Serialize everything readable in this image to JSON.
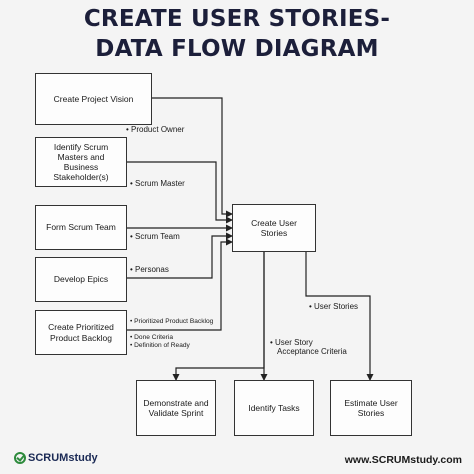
{
  "title": {
    "line1": "CREATE USER STORIES-",
    "line2": "DATA FLOW DIAGRAM"
  },
  "boxes": {
    "create_project_vision": "Create Project Vision",
    "identify_scrum_masters": "Identify Scrum Masters and Business Stakeholder(s)",
    "form_scrum_team": "Form Scrum Team",
    "develop_epics": "Develop Epics",
    "create_prioritized_backlog": "Create Prioritized Product Backlog",
    "create_user_stories": "Create User Stories",
    "demonstrate_validate_sprint": "Demonstrate and Validate Sprint",
    "identify_tasks": "Identify Tasks",
    "estimate_user_stories": "Estimate User Stories"
  },
  "labels": {
    "product_owner": "• Product Owner",
    "scrum_master": "• Scrum Master",
    "scrum_team": "• Scrum Team",
    "personas": "• Personas",
    "prioritized_product_backlog": "• Prioritized Product Backlog",
    "done_criteria": "• Done Criteria",
    "definition_of_ready": "• Definition of Ready",
    "user_stories": "• User Stories",
    "user_story_acceptance_line1": "• User Story",
    "user_story_acceptance_line2": "Acceptance Criteria"
  },
  "footer": {
    "logo_text": "SCRUMstudy",
    "website": "www.SCRUMstudy.com"
  },
  "colors": {
    "title": "#1c1f3a",
    "logo_green": "#2e8b3d",
    "logo_navy": "#1b2a55"
  }
}
